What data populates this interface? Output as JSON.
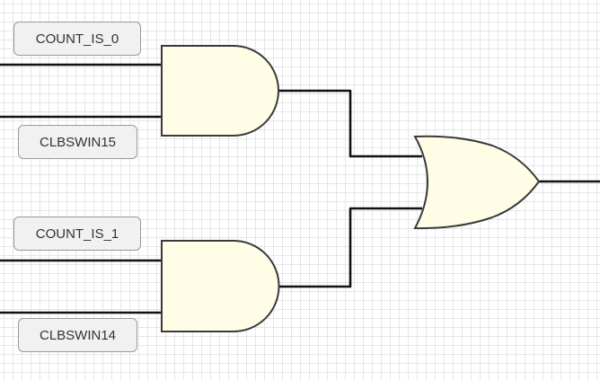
{
  "labels": {
    "and1_in_a": "COUNT_IS_0",
    "and1_in_b": "CLBSWIN15",
    "and2_in_a": "COUNT_IS_1",
    "and2_in_b": "CLBSWIN14"
  },
  "colors": {
    "gate_fill": "#fffde6",
    "gate_stroke": "#3a3a3a",
    "wire": "#111111",
    "label_bg": "#f1f1f1",
    "label_border": "#9a9a9a",
    "grid": "#e6e6e6"
  },
  "gates": [
    {
      "name": "and-gate-1",
      "type": "AND"
    },
    {
      "name": "and-gate-2",
      "type": "AND"
    },
    {
      "name": "or-gate",
      "type": "OR"
    }
  ]
}
